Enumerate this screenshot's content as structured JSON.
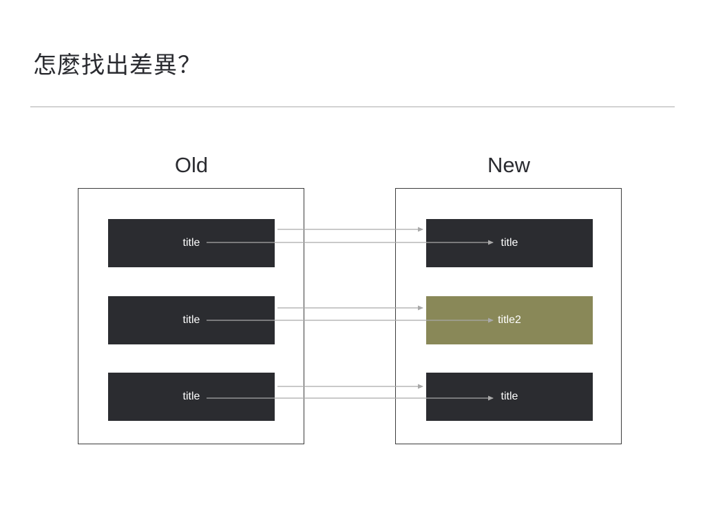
{
  "slide": {
    "title": "怎麼找出差異？"
  },
  "columns": {
    "old": {
      "heading": "Old",
      "rows": [
        {
          "label": "title"
        },
        {
          "label": "title"
        },
        {
          "label": "title"
        }
      ]
    },
    "new": {
      "heading": "New",
      "rows": [
        {
          "label": "title",
          "changed": false
        },
        {
          "label": "title2",
          "changed": true
        },
        {
          "label": "title",
          "changed": false
        }
      ]
    }
  },
  "colors": {
    "row": "#2b2c30",
    "changed_row": "#898858",
    "arrow": "#a9a9a9"
  }
}
